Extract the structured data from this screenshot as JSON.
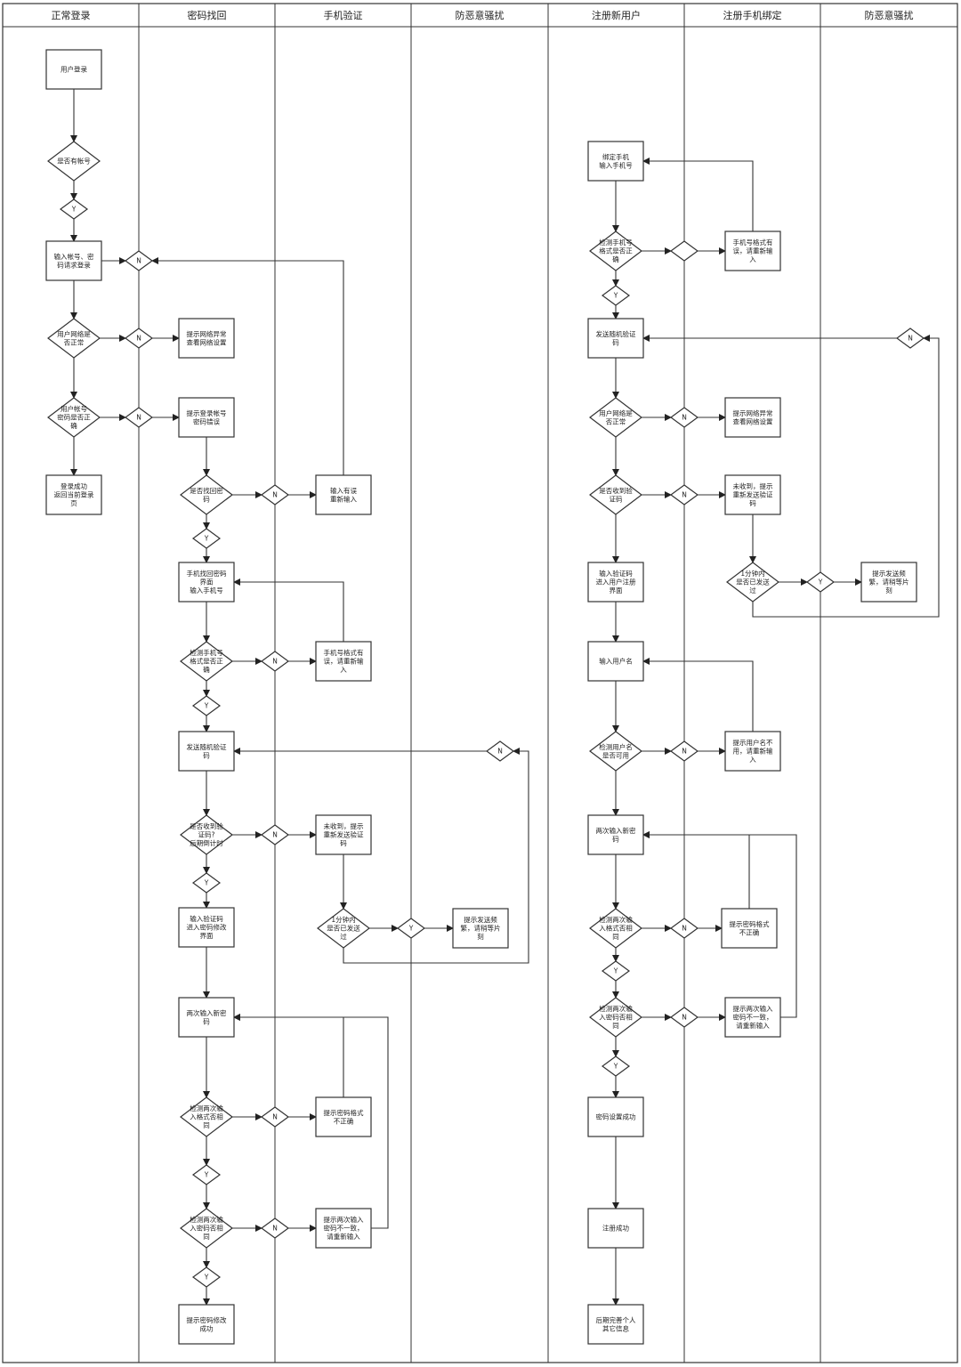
{
  "lanes": [
    "正常登录",
    "密码找回",
    "手机验证",
    "防恶意骚扰",
    "注册新用户",
    "注册手机绑定",
    "防恶意骚扰"
  ],
  "nodes": {
    "a1": [
      "用户登录"
    ],
    "a2": [
      "是否有帐号"
    ],
    "a3": [
      "Y"
    ],
    "a4": [
      "输入帐号、密",
      "码请求登录"
    ],
    "a5": [
      "用户网络是",
      "否正常"
    ],
    "a6": [
      "用户帐号",
      "密码是否正",
      "确"
    ],
    "a7": [
      "登录成功",
      "返回当前登录",
      "页"
    ],
    "ca": [
      "N"
    ],
    "cb": [
      "N"
    ],
    "cc": [
      "N"
    ],
    "b1": [
      "提示网络异常",
      "查看网络设置"
    ],
    "b2": [
      "提示登录帐号",
      "密码错误"
    ],
    "b3": [
      "是否找回密",
      "码"
    ],
    "b4": [
      "Y"
    ],
    "b5": [
      "手机找回密码",
      "界面",
      "输入手机号"
    ],
    "b6": [
      "检测手机号",
      "格式是否正",
      "确"
    ],
    "b7": [
      "Y"
    ],
    "b8": [
      "发送随机验证",
      "码"
    ],
    "b9": [
      "是否收到验",
      "证码?",
      "后期倒计时"
    ],
    "b10": [
      "Y"
    ],
    "b11": [
      "输入验证码",
      "进入密码修改",
      "界面"
    ],
    "b12": [
      "两次输入新密",
      "码"
    ],
    "b13": [
      "检测两次输",
      "入格式否相",
      "同"
    ],
    "b14": [
      "Y"
    ],
    "b15": [
      "检测两次输",
      "入密码否相",
      "同"
    ],
    "b16": [
      "Y"
    ],
    "b17": [
      "提示密码修改",
      "成功"
    ],
    "cd": [
      "N"
    ],
    "ce": [
      "N"
    ],
    "cf": [
      "N"
    ],
    "cg": [
      "N"
    ],
    "ch": [
      "N"
    ],
    "c1": [
      "输入有误",
      "重新输入"
    ],
    "c2": [
      "手机号格式有",
      "误，请重新输",
      "入"
    ],
    "c3": [
      "未收到，提示",
      "重新发送验证",
      "码"
    ],
    "c4": [
      "1分钟内",
      "是否已发送",
      "过"
    ],
    "c5": [
      "提示密码格式",
      "不正确"
    ],
    "c6": [
      "提示两次输入",
      "密码不一致，",
      "请重新输入"
    ],
    "ci": [
      "Y"
    ],
    "cj": [
      "N"
    ],
    "d1": [
      "提示发送频",
      "繁，请稍等片",
      "刻"
    ],
    "e1": [
      "绑定手机",
      "输入手机号"
    ],
    "e2": [
      "检测手机号",
      "格式是否正",
      "确"
    ],
    "e3": [
      "Y"
    ],
    "e4": [
      "发送随机验证",
      "码"
    ],
    "e5": [
      "用户网络是",
      "否正常"
    ],
    "e6": [
      "是否收到验",
      "证码"
    ],
    "e7": [
      "输入验证码",
      "进入用户注册",
      "界面"
    ],
    "e8": [
      "输入用户名"
    ],
    "e9": [
      "检测用户名",
      "是否可用"
    ],
    "e10": [
      "两次输入新密",
      "码"
    ],
    "e11": [
      "检测两次输",
      "入格式否相",
      "同"
    ],
    "e12": [
      "Y"
    ],
    "e13": [
      "检测两次输",
      "入密码否相",
      "同"
    ],
    "e14": [
      "Y"
    ],
    "e15": [
      "密码设置成功"
    ],
    "e16": [
      "注册成功"
    ],
    "e17": [
      "后期完善个人",
      "其它信息"
    ],
    "ck": [
      ""
    ],
    "cl": [
      "N"
    ],
    "cm": [
      "N"
    ],
    "cn": [
      "N"
    ],
    "co": [
      "N"
    ],
    "cp": [
      "N"
    ],
    "f1": [
      "手机号格式有",
      "误，请重新输",
      "入"
    ],
    "f2": [
      "提示网络异常",
      "查看网络设置"
    ],
    "f3": [
      "未收到，提示",
      "重新发送验证",
      "码"
    ],
    "f4": [
      "1分钟内",
      "是否已发送",
      "过"
    ],
    "f5": [
      "提示用户名不",
      "用，请重新输",
      "入"
    ],
    "f6": [
      "提示密码格式",
      "不正确"
    ],
    "f7": [
      "提示两次输入",
      "密码不一致，",
      "请重新输入"
    ],
    "cq": [
      "Y"
    ],
    "cr": [
      "N"
    ],
    "g1": [
      "提示发送频",
      "繁，请稍等片",
      "刻"
    ]
  }
}
